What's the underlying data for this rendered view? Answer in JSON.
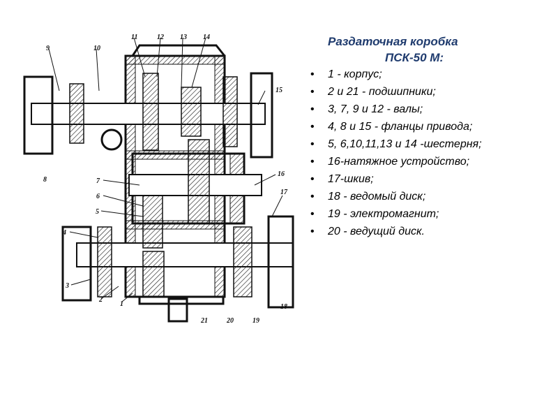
{
  "slide": {
    "title_line1": "Раздаточная коробка",
    "title_line2": "ПСК-50 М:",
    "legend": [
      "1 - корпус;",
      "2 и 21 - подшипники;",
      " 3, 7, 9 и 12 - валы;",
      "4, 8 и 15 - фланцы привода;",
      " 5, 6,10,11,13 и 14 -шестерня;",
      "16-натяжное устройство;",
      "17-шкив;",
      "18 - ведомый диск;",
      "19 - электромагнит;",
      "20 - ведущий диск."
    ]
  },
  "drawing": {
    "callouts": [
      "1",
      "2",
      "3",
      "4",
      "5",
      "6",
      "7",
      "8",
      "9",
      "10",
      "11",
      "12",
      "13",
      "14",
      "15",
      "16",
      "17",
      "18",
      "19",
      "20",
      "21"
    ]
  },
  "colors": {
    "title": "#1f3b6e",
    "text": "#000000",
    "ink": "#111111"
  }
}
